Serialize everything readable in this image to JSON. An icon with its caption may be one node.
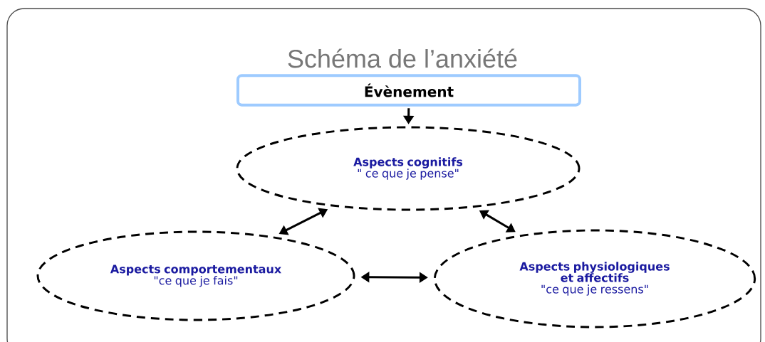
{
  "diagram": {
    "title": "Schéma de l’anxiété",
    "nodes": [
      {
        "text": [
          "Évènement"
        ]
      },
      {
        "text": [
          "Aspects cognitifs",
          "\" ce que je pense\""
        ]
      },
      {
        "text": [
          "Aspects comportementaux",
          "\"ce que je fais\""
        ]
      },
      {
        "text": [
          "Aspects physiologiques et affectifs",
          "\"ce que je ressens\""
        ]
      }
    ],
    "edges": [
      {
        "from": 0,
        "to": 1,
        "arrow": "to"
      },
      {
        "from": 1,
        "to": 2,
        "arrow": "both"
      },
      {
        "from": 1,
        "to": 3,
        "arrow": "both"
      },
      {
        "from": 2,
        "to": 3,
        "arrow": "both"
      }
    ]
  }
}
